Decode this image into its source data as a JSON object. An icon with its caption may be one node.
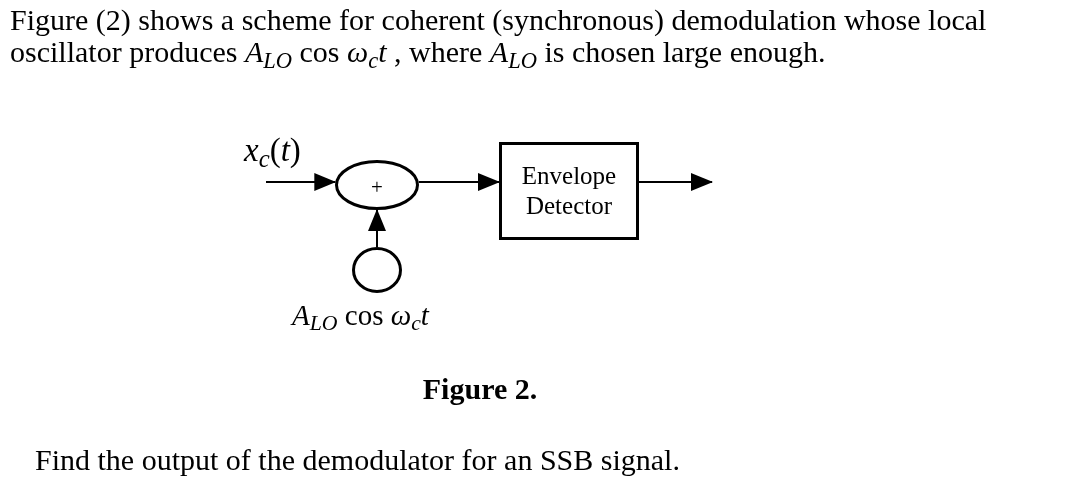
{
  "diagram": {
    "caption": "Figure 2.",
    "nodes": [
      {
        "text": [
          "+"
        ]
      },
      {
        "text": [],
        "shape": "circle",
        "beside": [
          "*A*$_{LO}$ cos *ω*$_{c}$*t*"
        ]
      },
      {
        "text": [
          "Envelope Detector"
        ]
      }
    ],
    "edges": [
      {
        "from": null,
        "to": 0,
        "arrow": "to",
        "label": "*x*$_{c}$(*t*)"
      },
      {
        "from": 1,
        "to": 0,
        "arrow": "to"
      },
      {
        "from": 0,
        "to": 2,
        "arrow": "to"
      },
      {
        "from": 2,
        "to": null,
        "arrow": "to"
      }
    ],
    "labels": [
      "Figure (2) shows a scheme for coherent (synchronous) demodulation whose local oscillator produces *A*$_{LO}$ cos *ω*$_{c}$*t* , where *A*$_{LO}$ is chosen large enough.",
      "Find the output of the demodulator for an SSB signal."
    ]
  }
}
